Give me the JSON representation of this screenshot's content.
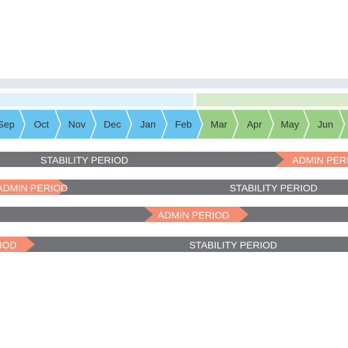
{
  "colors": {
    "top_band": "#e4e8ef",
    "blue_band": "#dff1fb",
    "green_band": "#d9ebce",
    "blue_chevron": "#66c4ef",
    "green_chevron": "#98cf85",
    "chevron_edge": "#ffffff",
    "stability": "#727376",
    "admin": "#f48d72",
    "bar_text": "#ffffff",
    "month_text": "#333333"
  },
  "months": [
    {
      "label": "Sep",
      "group": "blue"
    },
    {
      "label": "Oct",
      "group": "blue"
    },
    {
      "label": "Nov",
      "group": "blue"
    },
    {
      "label": "Dec",
      "group": "blue"
    },
    {
      "label": "Jan",
      "group": "blue"
    },
    {
      "label": "Feb",
      "group": "blue"
    },
    {
      "label": "Mar",
      "group": "green"
    },
    {
      "label": "Apr",
      "group": "green"
    },
    {
      "label": "May",
      "group": "green"
    },
    {
      "label": "Jun",
      "group": "green"
    },
    {
      "label": "",
      "group": "green"
    }
  ],
  "rows": [
    {
      "name": "row-1",
      "segments": [
        {
          "kind": "stability",
          "label": "STABILITY PERIOD"
        },
        {
          "kind": "admin",
          "label": "ADMIN PERIOD"
        }
      ]
    },
    {
      "name": "row-2",
      "segments": [
        {
          "kind": "admin",
          "label": "ADMIN PERIOD"
        },
        {
          "kind": "stability",
          "label": "STABILITY PERIOD"
        }
      ]
    },
    {
      "name": "row-3",
      "segments": [
        {
          "kind": "stability",
          "label": ""
        },
        {
          "kind": "admin",
          "label": "ADMIN PERIOD"
        },
        {
          "kind": "stability",
          "label": ""
        }
      ]
    },
    {
      "name": "row-4",
      "segments": [
        {
          "kind": "admin",
          "label": "ADMIN PERIOD"
        },
        {
          "kind": "stability",
          "label": "STABILITY PERIOD"
        }
      ]
    }
  ]
}
